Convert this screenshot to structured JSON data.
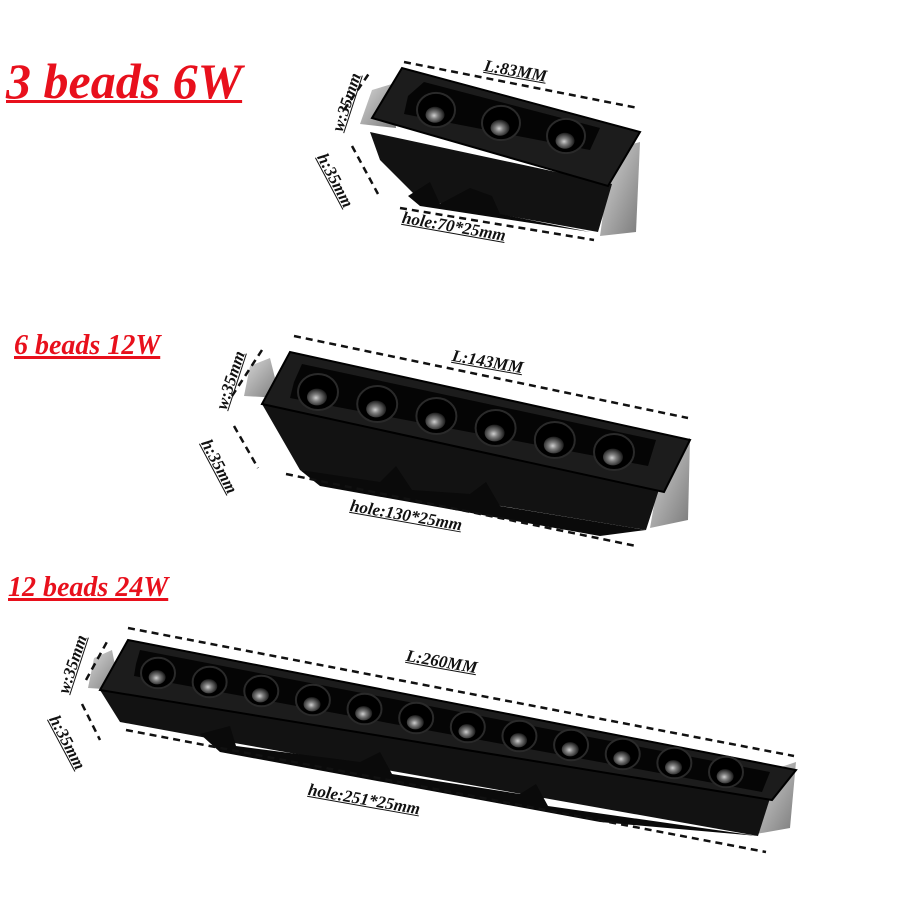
{
  "products": [
    {
      "title": "3 beads 6W",
      "length_label": "L:83MM",
      "width_label": "w:35mm",
      "height_label": "h:35mm",
      "hole_label": "hole:70*25mm",
      "bead_count": 3
    },
    {
      "title": "6 beads 12W",
      "length_label": "L:143MM",
      "width_label": "w:35mm",
      "height_label": "h:35mm",
      "hole_label": "hole:130*25mm",
      "bead_count": 6
    },
    {
      "title": "12 beads 24W",
      "length_label": "L:260MM",
      "width_label": "w:35mm",
      "height_label": "h:35mm",
      "hole_label": "hole:251*25mm",
      "bead_count": 12
    }
  ],
  "colors": {
    "title": "#e8101c",
    "fixture": "#111111",
    "lens": "#6b6b6b",
    "clip": "#9a9a9a"
  }
}
